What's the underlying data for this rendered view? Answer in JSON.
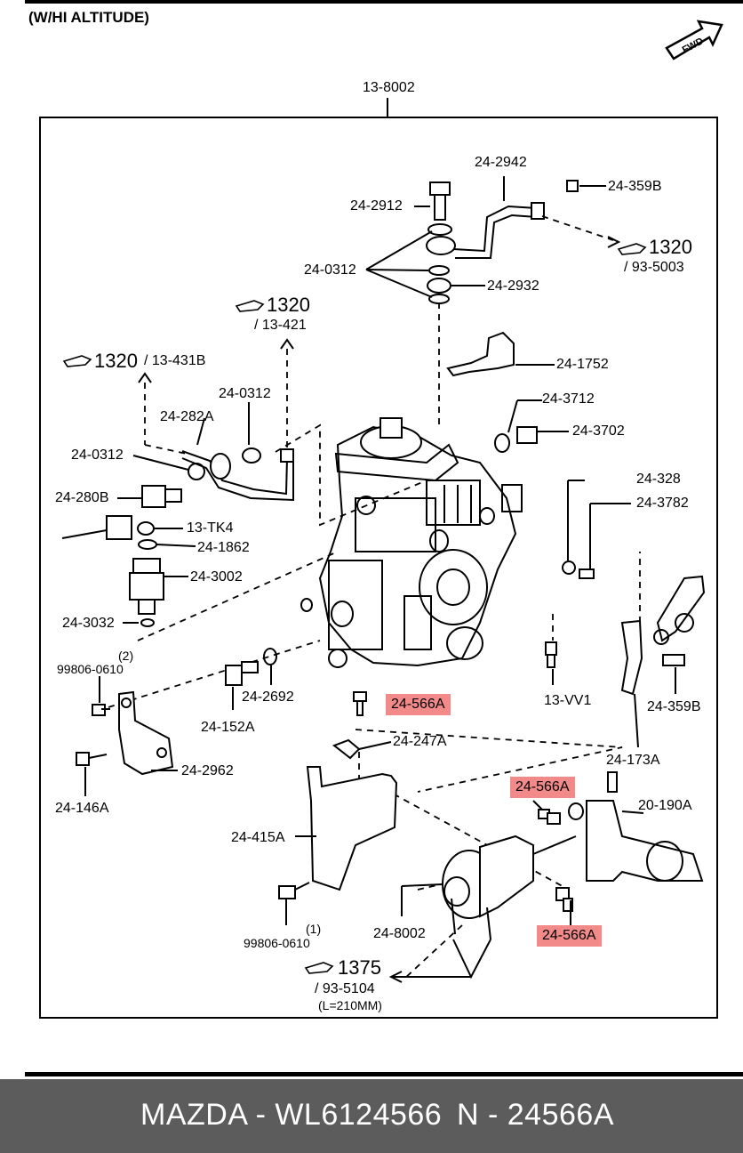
{
  "header": {
    "title": "(W/HI ALTITUDE)",
    "fwd_label": "FWD"
  },
  "colors": {
    "highlight": "#f28a8a",
    "footer_bg": "#5c5c5c",
    "footer_text": "#ffffff"
  },
  "parts": {
    "assembly": "13-8002",
    "p2942": "24-2942",
    "p359b_top": "24-359B",
    "p2912": "24-2912",
    "ref1320_right": "1320",
    "ref1320_right_sub": "/ 93-5003",
    "p0312_top": "24-0312",
    "p2932": "24-2932",
    "ref1320_mid": "1320",
    "ref1320_mid_sub": "/ 13-421",
    "ref1320_left": "1320",
    "ref1320_left_sub": "/ 13-431B",
    "p1752": "24-1752",
    "p0312_mid": "24-0312",
    "p282a": "24-282A",
    "p3712": "24-3712",
    "p3702": "24-3702",
    "p0312_left": "24-0312",
    "p328": "24-328",
    "p280b": "24-280B",
    "p3782": "24-3782",
    "ptk4": "13-TK4",
    "p1862": "24-1862",
    "p3002": "24-3002",
    "p3032": "24-3032",
    "qty2": "(2)",
    "p99806_top": "99806-0610",
    "p2692": "24-2692",
    "pvv1": "13-VV1",
    "p359b_bot": "24-359B",
    "p566a_1": "24-566A",
    "p152a": "24-152A",
    "p247a": "24-247A",
    "p2962": "24-2962",
    "p173a": "24-173A",
    "p146a": "24-146A",
    "p566a_2": "24-566A",
    "p190a": "20-190A",
    "p415a": "24-415A",
    "qty1": "(1)",
    "p99806_bot": "99806-0610",
    "p8002": "24-8002",
    "p566a_3": "24-566A",
    "ref1375": "1375",
    "ref1375_sub": "/ 93-5104",
    "ref1375_len": "(L=210MM)"
  },
  "footer": {
    "brand": "MAZDA - WL6124566",
    "part_no": "N - 24566A"
  }
}
